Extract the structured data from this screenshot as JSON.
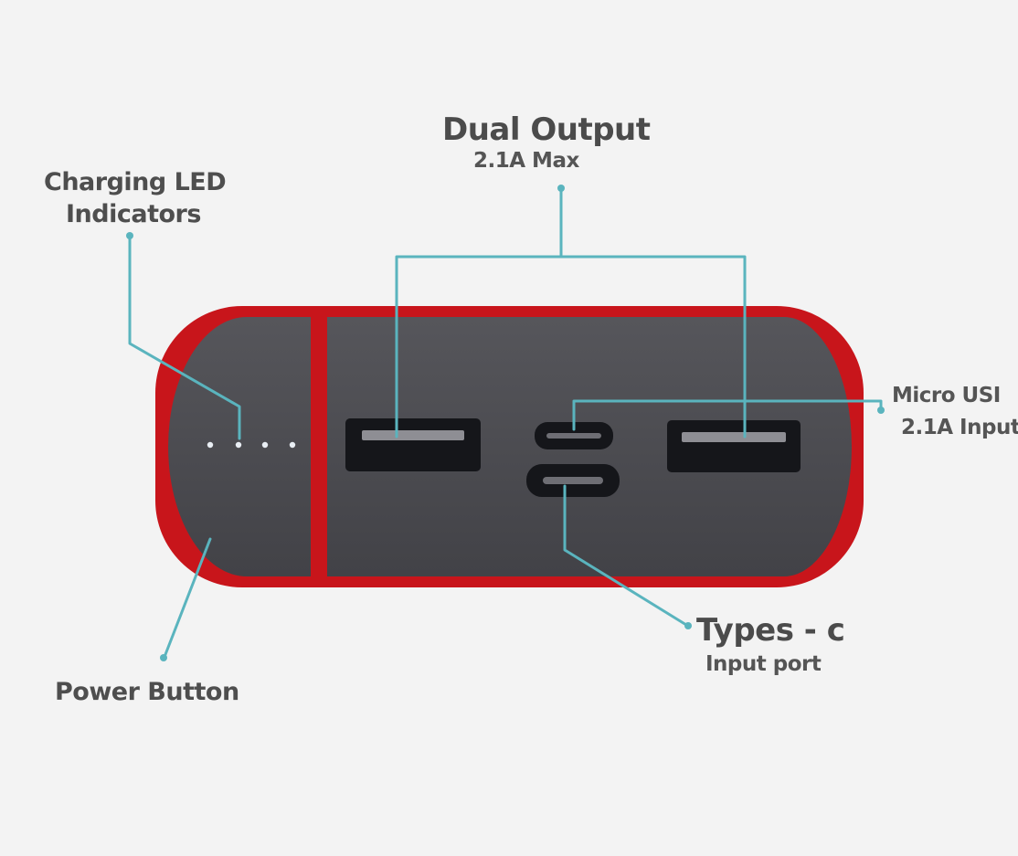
{
  "labels": {
    "dual_output_title": "Dual Output",
    "dual_output_sub": "2.1A Max",
    "charging_led_line1": "Charging LED",
    "charging_led_line2": "Indicators",
    "micro_usb_line1": "Micro USI",
    "micro_usb_line2": "2.1A Input",
    "type_c_title": "Types - c",
    "type_c_sub": "Input port",
    "power_button": "Power Button"
  },
  "colors": {
    "background": "#f3f3f3",
    "body_red": "#c8151b",
    "panel_gray": "#4a4a4f",
    "port_black": "#15161a",
    "callout_teal": "#5ab4be",
    "led_white": "#e9eef4",
    "label_text": "#4b4b4b"
  },
  "icons": {
    "usb_a_port": "usb-a-port-icon",
    "micro_usb_port": "micro-usb-port-icon",
    "usb_c_port": "usb-c-port-icon",
    "led_dot": "led-dot-icon"
  }
}
